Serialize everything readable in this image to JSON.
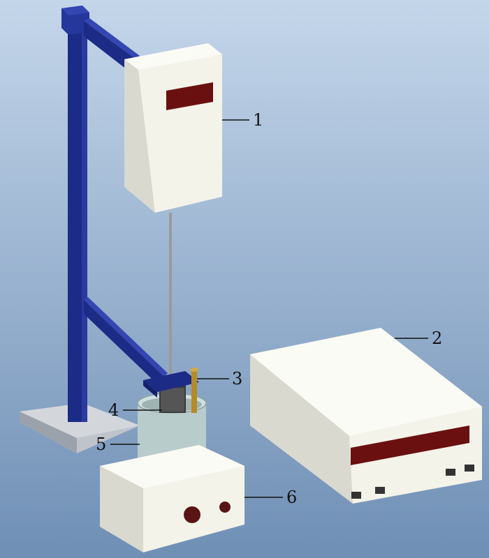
{
  "labels": {
    "l1": "1",
    "l2": "2",
    "l3": "3",
    "l4": "4",
    "l5": "5",
    "l6": "6"
  },
  "colors": {
    "background_top": "#c4d6ea",
    "background_bottom": "#6f8fb5",
    "stand_blue": "#1c2b86",
    "device_white": "#f3f3ea",
    "display_red": "#6a1010",
    "cup_teal": "#b9cccc",
    "rod_gray": "#9a9a9a",
    "probe_gold": "#b38b2a",
    "base_gray": "#c9cdd3"
  },
  "components": [
    "stirrer-motor-unit",
    "control-box",
    "thermometer-probe",
    "sample-holder",
    "beaker",
    "heating-stirrer-plate"
  ]
}
